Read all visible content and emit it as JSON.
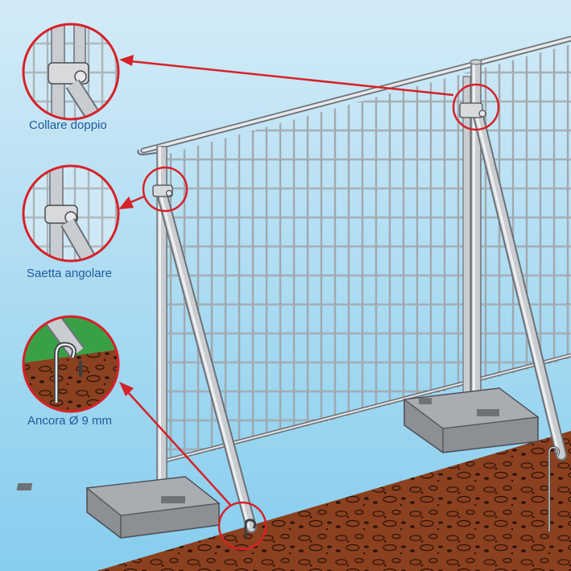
{
  "callouts": {
    "collar": {
      "label": "Collare doppio",
      "icon": "double-collar-detail"
    },
    "brace": {
      "label": "Saetta angolare",
      "icon": "angle-brace-detail"
    },
    "anchor": {
      "label": "Ancora Ø 9 mm",
      "icon": "ground-anchor-detail"
    }
  },
  "colors": {
    "sky_top": "#c9e6f5",
    "sky_bottom": "#8fd0ee",
    "ground": "#8a3f1f",
    "grass": "#3aa047",
    "accent_red": "#d62229",
    "label_blue": "#1f5a9c",
    "metal": "#c9ccd0",
    "base_block": "#8c8f93"
  }
}
